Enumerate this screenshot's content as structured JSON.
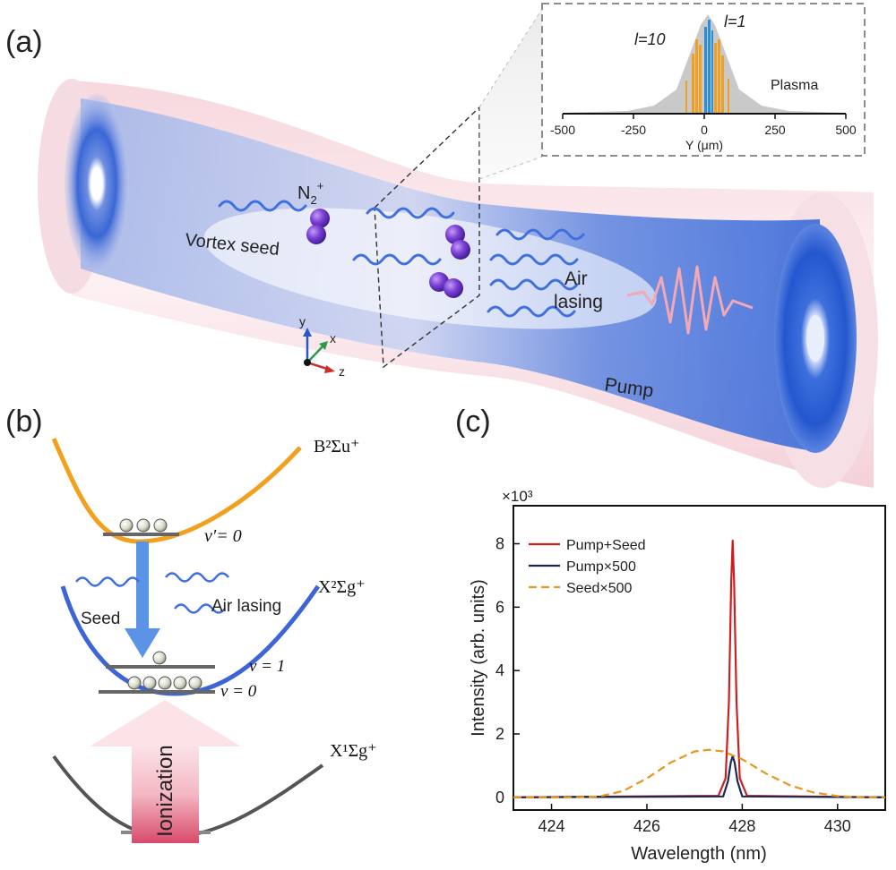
{
  "panel_a": {
    "label": "(a)",
    "n2_plus": "N",
    "n2_sub": "2",
    "n2_sup": "+",
    "vortex_seed": "Vortex seed",
    "air_lasing_1": "Air",
    "air_lasing_2": "lasing",
    "pump": "Pump",
    "axis_y": "y",
    "axis_x": "x",
    "axis_z": "z",
    "inset": {
      "l10": "l=10",
      "l1": "l=1",
      "plasma": "Plasma",
      "xlabel": "Y (μm)",
      "ticks": [
        "-500",
        "-250",
        "0",
        "250",
        "500"
      ],
      "colors": {
        "l10": "#f0a020",
        "l1": "#2a8fd8",
        "plasma": "#3a7fb8"
      }
    }
  },
  "panel_b": {
    "label": "(b)",
    "B_state": "B²Σu⁺",
    "X2_state": "X²Σg⁺",
    "X1_state": "X¹Σg⁺",
    "v_prime": "v′= 0",
    "v1": "v = 1",
    "v0": "v = 0",
    "seed": "Seed",
    "air_lasing": "Air lasing",
    "ionization": "Ionization"
  },
  "panel_c": {
    "label": "(c)",
    "multiplier": "×10³"
  },
  "chart_data": {
    "type": "line",
    "xlabel": "Wavelength (nm)",
    "ylabel": "Intensity (arb. units)",
    "xlim": [
      423.2,
      431
    ],
    "ylim": [
      -0.4,
      9.2
    ],
    "xticks": [
      424,
      426,
      428,
      430
    ],
    "yticks": [
      0,
      2,
      4,
      6,
      8
    ],
    "legend_position": "top-left",
    "series": [
      {
        "name": "Pump+Seed",
        "color": "#cc2020",
        "style": "solid",
        "x": [
          423.2,
          427.5,
          427.65,
          427.72,
          427.77,
          427.8,
          427.83,
          427.88,
          427.95,
          428.1,
          431
        ],
        "y": [
          0,
          0.05,
          0.6,
          3.0,
          6.8,
          8.1,
          6.8,
          3.0,
          0.6,
          0.05,
          0
        ]
      },
      {
        "name": "Pump×500",
        "color": "#1a2a50",
        "style": "solid",
        "x": [
          423.2,
          427.6,
          427.7,
          427.76,
          427.8,
          427.84,
          427.9,
          428.0,
          431
        ],
        "y": [
          0,
          0.03,
          0.5,
          1.1,
          1.3,
          1.1,
          0.5,
          0.03,
          0
        ]
      },
      {
        "name": "Seed×500",
        "color": "#e8961e",
        "style": "dashed",
        "x": [
          423.2,
          424.5,
          425.0,
          425.5,
          426.0,
          426.5,
          427.0,
          427.3,
          427.6,
          428.0,
          428.5,
          429.0,
          429.5,
          430.0,
          430.5,
          431
        ],
        "y": [
          0,
          0.0,
          0.03,
          0.2,
          0.6,
          1.1,
          1.45,
          1.5,
          1.45,
          1.2,
          0.75,
          0.38,
          0.15,
          0.04,
          0.0,
          0
        ]
      }
    ]
  }
}
